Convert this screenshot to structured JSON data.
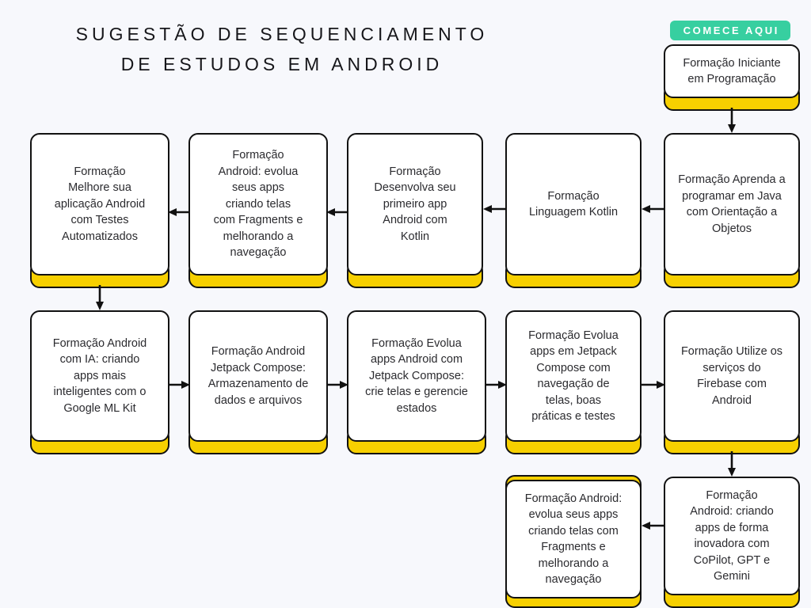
{
  "page": {
    "background_color": "#f7f8fc",
    "title": "SUGESTÃO DE SEQUENCIAMENTO\nDE ESTUDOS EM ANDROID"
  },
  "colors": {
    "accent_yellow": "#f7d000",
    "badge_green": "#37cfa0",
    "outline": "#111111",
    "card_fill": "#ffffff",
    "text": "#2b2b2f"
  },
  "badge": {
    "label": "COMECE AQUI"
  },
  "chart_data": {
    "type": "diagram",
    "title": "SUGESTÃO DE SEQUENCIAMENTO DE ESTUDOS EM ANDROID",
    "nodes": [
      {
        "id": "n01",
        "row": 0,
        "col": 4,
        "label": "Formação Iniciante\nem Programação"
      },
      {
        "id": "n02",
        "row": 1,
        "col": 4,
        "label": "Formação Aprenda a\nprogramar em Java\ncom Orientação a\nObjetos"
      },
      {
        "id": "n03",
        "row": 1,
        "col": 3,
        "label": "Formação\nLinguagem Kotlin"
      },
      {
        "id": "n04",
        "row": 1,
        "col": 2,
        "label": "Formação\nDesenvolva seu\nprimeiro app\nAndroid com\nKotlin"
      },
      {
        "id": "n05",
        "row": 1,
        "col": 1,
        "label": "Formação\nAndroid: evolua\nseus apps\ncriando telas\ncom Fragments e\nmelhorando a\nnavegação"
      },
      {
        "id": "n06",
        "row": 1,
        "col": 0,
        "label": "Formação\nMelhore sua\naplicação Android\ncom Testes\nAutomatizados"
      },
      {
        "id": "n07",
        "row": 2,
        "col": 0,
        "label": "Formação Android\ncom IA: criando\napps mais\ninteligentes com o\nGoogle ML Kit"
      },
      {
        "id": "n08",
        "row": 2,
        "col": 1,
        "label": "Formação Android\nJetpack Compose:\nArmazenamento de\ndados e arquivos"
      },
      {
        "id": "n09",
        "row": 2,
        "col": 2,
        "label": "Formação  Evolua\napps Android com\nJetpack Compose:\ncrie telas e gerencie\nestados"
      },
      {
        "id": "n10",
        "row": 2,
        "col": 3,
        "label": "Formação Evolua\napps em Jetpack\nCompose com\nnavegação de\ntelas, boas\npráticas e testes"
      },
      {
        "id": "n11",
        "row": 2,
        "col": 4,
        "label": "Formação Utilize os\nserviços do\nFirebase com\nAndroid"
      },
      {
        "id": "n12",
        "row": 3,
        "col": 4,
        "label": "Formação\nAndroid: criando\napps de forma\ninovadora com\nCoPilot, GPT e\nGemini"
      },
      {
        "id": "n13",
        "row": 3,
        "col": 3,
        "label": "Formação Android:\nevolua seus apps\ncriando telas com\nFragments e\nmelhorando a\nnavegação"
      }
    ],
    "edges": [
      {
        "from": "n01",
        "to": "n02",
        "direction": "down"
      },
      {
        "from": "n02",
        "to": "n03",
        "direction": "left"
      },
      {
        "from": "n03",
        "to": "n04",
        "direction": "left"
      },
      {
        "from": "n04",
        "to": "n05",
        "direction": "left"
      },
      {
        "from": "n05",
        "to": "n06",
        "direction": "left"
      },
      {
        "from": "n06",
        "to": "n07",
        "direction": "down"
      },
      {
        "from": "n07",
        "to": "n08",
        "direction": "right"
      },
      {
        "from": "n08",
        "to": "n09",
        "direction": "right"
      },
      {
        "from": "n09",
        "to": "n10",
        "direction": "right"
      },
      {
        "from": "n10",
        "to": "n11",
        "direction": "right"
      },
      {
        "from": "n11",
        "to": "n12",
        "direction": "down"
      },
      {
        "from": "n12",
        "to": "n13",
        "direction": "left"
      }
    ]
  }
}
